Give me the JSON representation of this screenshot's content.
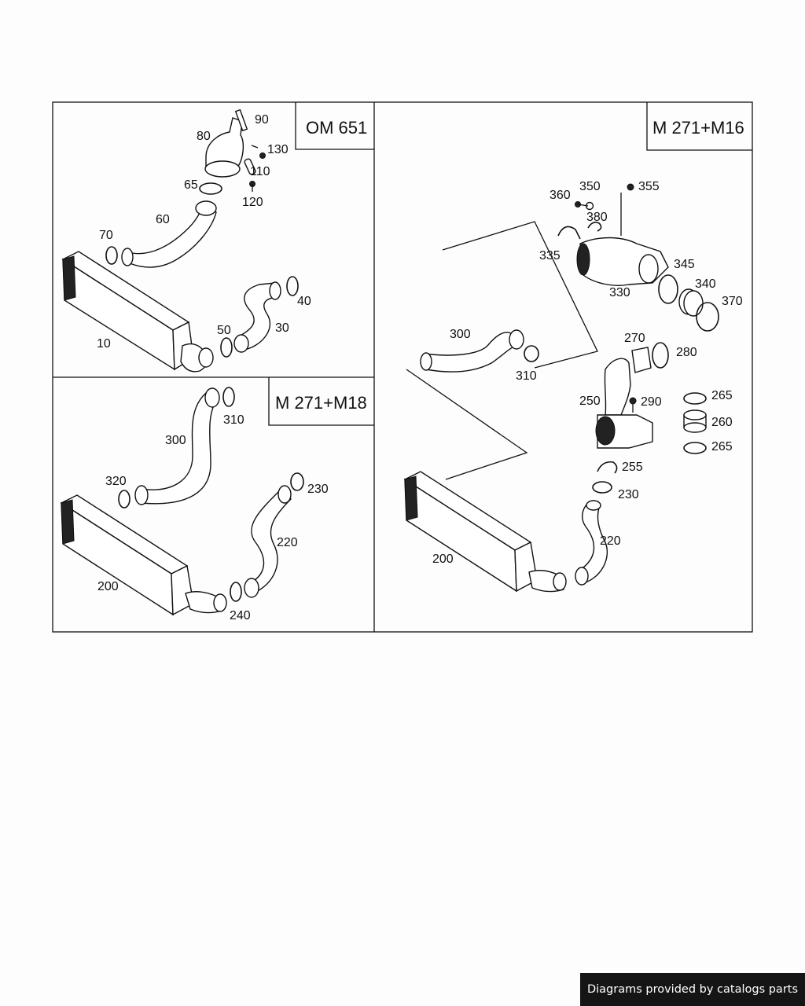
{
  "panels": {
    "om651": {
      "title": "OM 651",
      "parts": [
        "10",
        "30",
        "40",
        "50",
        "60",
        "65",
        "70",
        "80",
        "90",
        "110",
        "120",
        "130"
      ]
    },
    "m271_m18": {
      "title": "M 271+M18",
      "parts": [
        "200",
        "220",
        "230",
        "240",
        "300",
        "310",
        "320"
      ]
    },
    "m271_m16": {
      "title": "M 271+M16",
      "parts": [
        "200",
        "220",
        "230",
        "250",
        "255",
        "260",
        "265",
        "265",
        "270",
        "280",
        "290",
        "300",
        "310",
        "330",
        "335",
        "340",
        "345",
        "350",
        "355",
        "360",
        "370",
        "380"
      ]
    }
  },
  "footer": {
    "credit": "Diagrams provided by catalogs parts"
  }
}
